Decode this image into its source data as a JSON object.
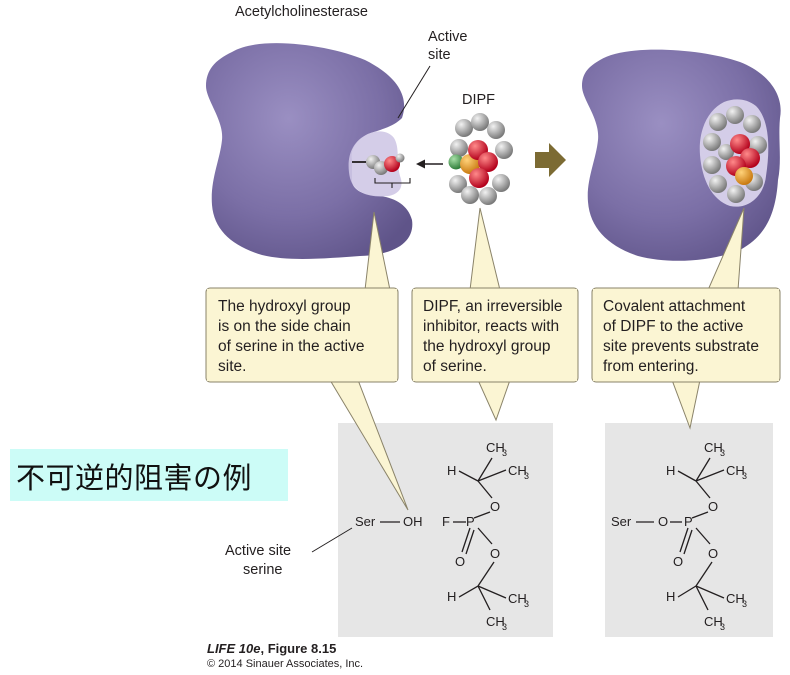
{
  "title": "Acetylcholinesterase",
  "active_site_label": [
    "Active",
    "site"
  ],
  "dipf_label": "DIPF",
  "callouts": {
    "left": [
      "The hydroxyl group",
      "is on the side chain",
      "of serine in the active",
      "site."
    ],
    "middle": [
      "DIPF, an irreversible",
      "inhibitor, reacts with",
      "the hydroxyl group",
      "of serine."
    ],
    "right": [
      "Covalent attachment",
      "of DIPF to the active",
      "site prevents substrate",
      "from entering."
    ]
  },
  "chem": {
    "ser": "Ser",
    "oh": "OH",
    "ch": "CH",
    "sub3": "3",
    "h": "H",
    "o": "O",
    "f": "F",
    "p": "P"
  },
  "active_site_serine": [
    "Active site",
    "serine"
  ],
  "jp_title": "不可逆的阻害の例",
  "credit": {
    "figure_title": "LIFE 10e",
    "figure_ref": ", Figure 8.15",
    "copyright": "© 2014 Sinauer Associates, Inc."
  },
  "colors": {
    "enzyme": "#7b6fa6",
    "enzyme_light": "#c9c1e0",
    "arrow": "#7c6b33",
    "callout_fill": "#fbf5d3",
    "panel_gray": "#e6e6e6",
    "banner": "#ccfcf7",
    "oxygen": "#d7263d",
    "carbon": "#9a9a9a",
    "phosphorus": "#e39b2b",
    "fluorine": "#4aa564"
  }
}
